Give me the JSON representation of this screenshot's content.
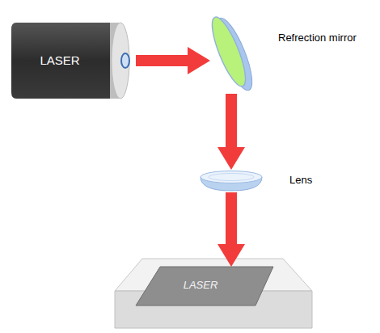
{
  "diagram": {
    "nodes": [
      {
        "text": [
          "LASER"
        ]
      },
      {
        "text": [
          "Refrection mirror"
        ]
      },
      {
        "text": [
          "Lens"
        ]
      },
      {
        "text": [
          "LASER"
        ]
      }
    ],
    "edges": [
      {
        "from": 0,
        "to": 1,
        "arrow": "to"
      },
      {
        "from": 1,
        "to": 2,
        "arrow": "to"
      },
      {
        "from": 2,
        "to": 3,
        "arrow": "to"
      }
    ]
  }
}
